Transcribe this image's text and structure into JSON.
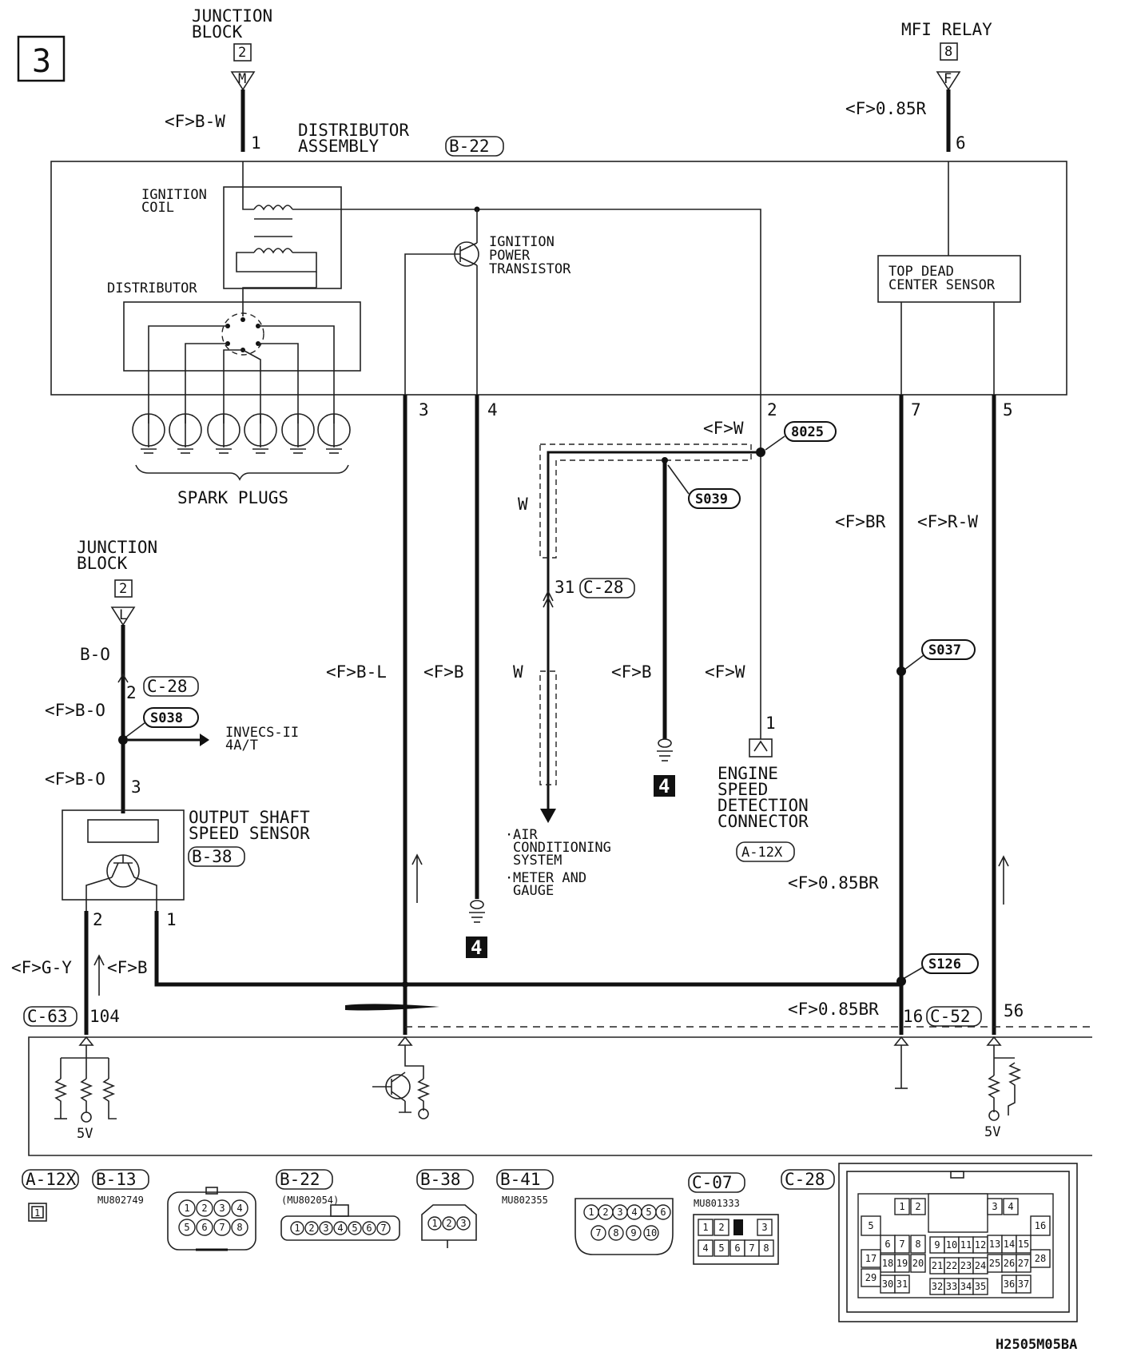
{
  "page": {
    "number": "3",
    "code": "H2505M05BA"
  },
  "top": {
    "junction_block": {
      "title_l1": "JUNCTION",
      "title_l2": "BLOCK",
      "box_num": "2",
      "conn_letter": "M",
      "wire": "<F>B-W",
      "pin": "1"
    },
    "mfi_relay": {
      "title": "MFI RELAY",
      "box_num": "8",
      "conn_letter": "F",
      "wire": "<F>0.85R",
      "pin": "6"
    },
    "distributor_assembly": {
      "title_l1": "DISTRIBUTOR",
      "title_l2": "ASSEMBLY",
      "connector": "B-22"
    }
  },
  "assembly": {
    "ignition_coil_l1": "IGNITION",
    "ignition_coil_l2": "COIL",
    "transistor_l1": "IGNITION",
    "transistor_l2": "POWER",
    "transistor_l3": "TRANSISTOR",
    "distributor": "DISTRIBUTOR",
    "tdc_l1": "TOP DEAD",
    "tdc_l2": "CENTER SENSOR",
    "spark_plugs": "SPARK PLUGS"
  },
  "pins": {
    "p3": "3",
    "p4": "4",
    "p2": "2",
    "p7": "7",
    "p5": "5"
  },
  "wires": {
    "fw_top": "<F>W",
    "w_left": "W",
    "fbr": "<F>BR",
    "frw": "<F>R-W",
    "fbl": "<F>B-L",
    "fb_mid": "<F>B",
    "w_mid": "W",
    "fb_right": "<F>B",
    "fw_right": "<F>W",
    "f085br_mid": "<F>0.85BR",
    "f085br_bot": "<F>0.85BR",
    "fgy": "<F>G-Y",
    "fb_low": "<F>B"
  },
  "splices": {
    "s8025": "8025",
    "s039": "S039",
    "s037": "S037",
    "s038": "S038",
    "s126": "S126"
  },
  "c28_mid": {
    "pin": "31",
    "connector": "C-28"
  },
  "ac": {
    "l1": "AIR",
    "l2": "CONDITIONING",
    "l3": "SYSTEM",
    "l4": "METER AND",
    "l5": "GAUGE"
  },
  "engine_speed": {
    "pin": "1",
    "l1": "ENGINE",
    "l2": "SPEED",
    "l3": "DETECTION",
    "l4": "CONNECTOR",
    "connector": "A-12X"
  },
  "ground_tag": "4",
  "left": {
    "jb_l1": "JUNCTION",
    "jb_l2": "BLOCK",
    "box_num": "2",
    "conn_letter": "L",
    "wire_bo": "B-O",
    "pin_2": "2",
    "connector": "C-28",
    "wire_fbo_1": "<F>B-O",
    "wire_fbo_2": "<F>B-O",
    "pin_3": "3",
    "invecs_l1": "INVECS-II",
    "invecs_l2": "4A/T",
    "oss_l1": "OUTPUT SHAFT",
    "oss_l2": "SPEED SENSOR",
    "oss_conn": "B-38",
    "pin_o2": "2",
    "pin_o1": "1"
  },
  "ecu": {
    "c63": "C-63",
    "p104": "104",
    "p16": "16",
    "c52": "C-52",
    "p56": "56",
    "v5_left": "5V",
    "v5_right": "5V"
  },
  "legend": {
    "a12x": "A-12X",
    "a12x_box": "1",
    "b13": "B-13",
    "b13_part": "MU802749",
    "b13_pins": [
      "1",
      "2",
      "3",
      "4",
      "5",
      "6",
      "7",
      "8"
    ],
    "b22": "B-22",
    "b22_part": "(MU802054)",
    "b22_pins": [
      "1",
      "2",
      "3",
      "4",
      "5",
      "6",
      "7"
    ],
    "b38": "B-38",
    "b38_pins": [
      "1",
      "2",
      "3"
    ],
    "b41": "B-41",
    "b41_part": "MU802355",
    "b41_pins": [
      "1",
      "2",
      "3",
      "4",
      "5",
      "6",
      "7",
      "8",
      "9",
      "10"
    ],
    "c07": "C-07",
    "c07_part": "MU801333",
    "c07_pins": [
      "1",
      "2",
      "3",
      "4",
      "5",
      "6",
      "7",
      "8"
    ],
    "c28": "C-28",
    "c28_pins": [
      "1",
      "2",
      "3",
      "4",
      "5",
      "6",
      "7",
      "8",
      "9",
      "10",
      "11",
      "12",
      "13",
      "14",
      "15",
      "16",
      "17",
      "18",
      "19",
      "20",
      "21",
      "22",
      "23",
      "24",
      "25",
      "26",
      "27",
      "28",
      "29",
      "30",
      "31",
      "32",
      "33",
      "34",
      "35",
      "36",
      "37"
    ]
  }
}
